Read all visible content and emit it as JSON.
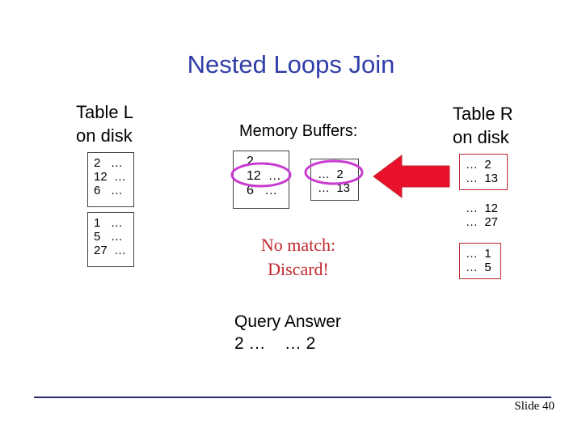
{
  "title": "Nested Loops Join",
  "table_l": {
    "label_line1": "Table L",
    "label_line2": "on disk",
    "page1": [
      "2   …",
      "12  …",
      "6   …"
    ],
    "page2": [
      "1   …",
      "5   …",
      "27  …"
    ]
  },
  "memory": {
    "label": "Memory Buffers:",
    "l_buffer": [
      "2   …",
      "12  …",
      "6   …"
    ],
    "r_buffer": [
      "…  2",
      "…  13"
    ]
  },
  "table_r": {
    "label_line1": "Table R",
    "label_line2": "on disk",
    "page1": [
      "…  2",
      "…  13"
    ],
    "page2": [
      "…  12",
      "…  27"
    ],
    "page3": [
      "…  1",
      "…  5"
    ]
  },
  "discard": {
    "line1": "No match:",
    "line2": "Discard!"
  },
  "answer": {
    "line1": "Query Answer",
    "line2": "2 …    … 2"
  },
  "footer": {
    "slide_label": "Slide 40"
  },
  "colors": {
    "title": "#2f3da8",
    "red": "#c0282e",
    "arrow": "#e8102a",
    "circle": "#c83cd0",
    "rule": "#262a6a"
  }
}
